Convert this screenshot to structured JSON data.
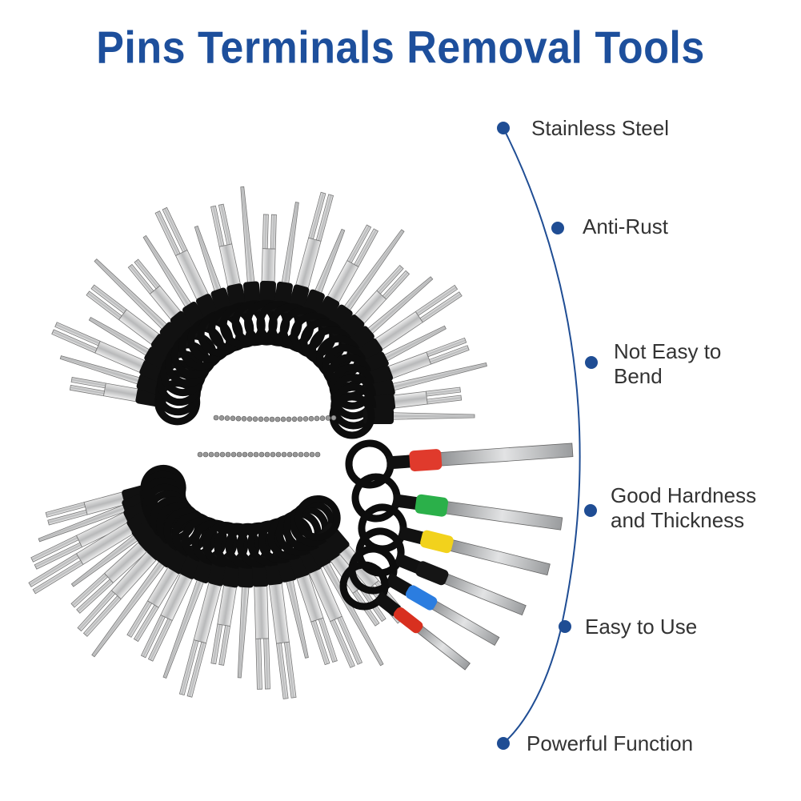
{
  "title": "Pins Terminals Removal Tools",
  "colors": {
    "title": "#1d4f9c",
    "accent": "#1f4d94",
    "ring": "#0d0d0d",
    "steel": "#b9bbbd"
  },
  "features": [
    {
      "label": "Stainless Steel"
    },
    {
      "label": "Anti-Rust"
    },
    {
      "label": "Not Easy to Bend"
    },
    {
      "label": "Good Hardness and Thickness"
    },
    {
      "label": "Easy to Use"
    },
    {
      "label": "Powerful Function"
    }
  ],
  "product": {
    "name": "terminal-removal-tool-set-photo",
    "sleeve_colors": [
      "#e03a2c",
      "#2bb04a",
      "#f2d21c",
      "#151515",
      "#2b7de0",
      "#d8301f"
    ]
  }
}
